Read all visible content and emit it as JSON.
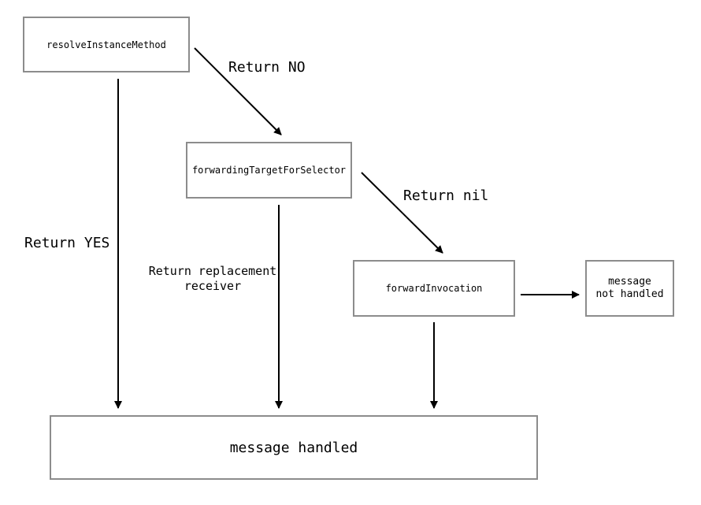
{
  "nodes": {
    "resolve": {
      "label": "resolveInstanceMethod"
    },
    "forwarding_target": {
      "label": "forwardingTargetForSelector"
    },
    "forward_invocation": {
      "label": "forwardInvocation"
    },
    "not_handled": {
      "line1": "message",
      "line2": "not handled"
    },
    "handled": {
      "label": "message handled"
    }
  },
  "edges": {
    "return_no": "Return NO",
    "return_nil": "Return nil",
    "return_yes": "Return YES",
    "return_replacement_line1": "Return replacement",
    "return_replacement_line2": "receiver"
  },
  "colors": {
    "box_border": "#8c8c8c",
    "arrow": "#000000"
  }
}
